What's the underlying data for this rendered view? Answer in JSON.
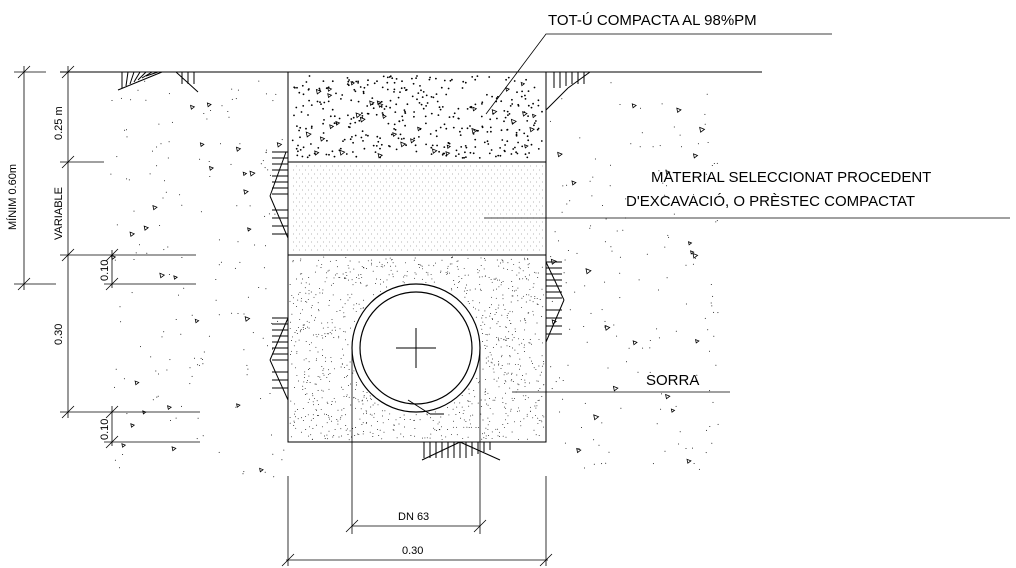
{
  "labels": {
    "top_fill": "TOT-Ú COMPACTA AL 98%PM",
    "mid_fill_line1": "MATERIAL SELECCIONAT PROCEDENT",
    "mid_fill_line2": "D'EXCAVACIÓ, O PRÈSTEC COMPACTAT",
    "bedding": "SORRA"
  },
  "dimensions": {
    "minimum_depth": "MÍNIM 0.60m",
    "top_layer": "0.25 m",
    "variable": "VARIABLE",
    "upper_offset": "0.10",
    "sand_zone": "0.30",
    "lower_offset": "0.10",
    "pipe_diameter": "DN 63",
    "trench_width": "0.30"
  }
}
